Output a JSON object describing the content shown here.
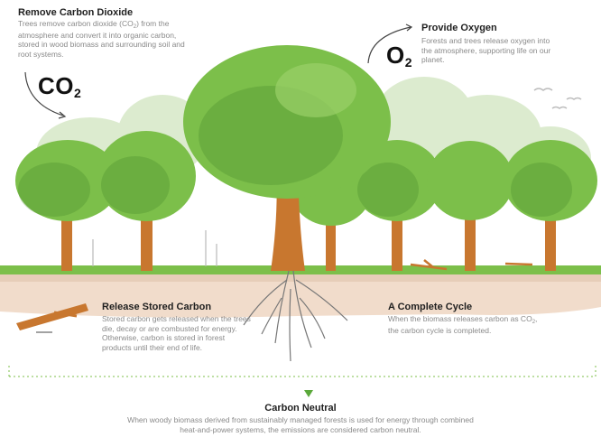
{
  "remove": {
    "title": "Remove Carbon Dioxide",
    "desc_a": "Trees remove carbon dioxide (CO",
    "desc_sub": "2",
    "desc_b": ") from the atmosphere and convert it into organic carbon, stored in wood biomass and surrounding soil and root systems.",
    "symbol": "CO",
    "symbol_sub": "2"
  },
  "oxygen": {
    "title": "Provide Oxygen",
    "desc": "Forests and trees release oxygen into the atmosphere, supporting life on our planet.",
    "symbol": "O",
    "symbol_sub": "2"
  },
  "release": {
    "title": "Release Stored Carbon",
    "desc": "Stored carbon gets released when the trees die, decay or are combusted for energy. Otherwise, carbon is stored in forest products until their end of life."
  },
  "cycle": {
    "title": "A Complete Cycle",
    "desc_a": "When the biomass releases carbon as CO",
    "desc_sub": "2",
    "desc_b": ", the carbon cycle is completed."
  },
  "neutral": {
    "title": "Carbon Neutral",
    "desc": "When woody biomass derived from sustainably managed forests is used for energy through combined heat-and-power systems, the emissions are considered carbon neutral."
  },
  "colors": {
    "tree_light": "#7cbf4a",
    "tree_dark": "#4e8f2e",
    "trunk": "#c8772f",
    "soil": "#f1dccb",
    "arrow_green": "#5aa83a"
  }
}
